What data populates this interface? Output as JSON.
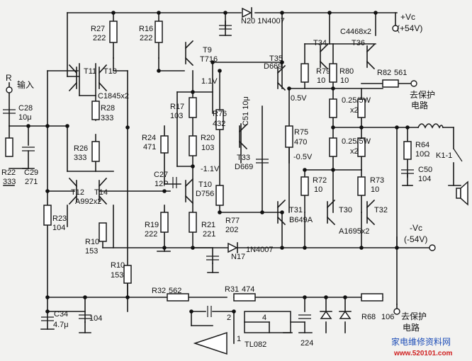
{
  "title": "",
  "input": {
    "label_r": "R",
    "label_cn": "输入"
  },
  "supply": {
    "pos_label": "+Vc",
    "pos_value": "(+54V)",
    "neg_label": "-Vc",
    "neg_value": "(-54V)"
  },
  "diodes": {
    "n20": "N20  1N4007",
    "n17": "N17",
    "n17_part": "1N4007"
  },
  "components": {
    "c28": "C28",
    "c28v": "10μ",
    "r22": "R22",
    "r22v": "333",
    "c29": "C29",
    "c29v": "271",
    "r27": "R27",
    "r27v": "222",
    "r16": "R16",
    "r16v": "222",
    "t9": "T9",
    "t9v": "T716",
    "t11": "T11",
    "t13": "T13",
    "c1845": "C1845x2",
    "r28": "R28",
    "r28v": "333",
    "r26": "R26",
    "r26v": "333",
    "t12": "T12",
    "t14": "T14",
    "a992": "A992x2",
    "r23": "R23",
    "r23v": "104",
    "r10a": "R10",
    "r10av": "153",
    "r10b": "R10",
    "r10bv": "153",
    "r17": "R17",
    "r17v": "103",
    "v11p": "1.1V",
    "r24": "R24",
    "r24v": "471",
    "r20": "R20",
    "r20v": "103",
    "c27": "C27",
    "c27v": "12P",
    "v11n": "-1.1V",
    "t10": "T10",
    "t10v": "D756",
    "r19": "R19",
    "r19v": "222",
    "r21": "R21",
    "r21v": "221",
    "r76": "R76",
    "r76v": "432",
    "t33": "T33",
    "t33v": "D669",
    "c51": "C51  10μ",
    "r77": "R77",
    "r77v": "202",
    "t35": "T35",
    "t35v": "D669",
    "v05p": "0.5V",
    "r75": "R75",
    "r75v": "470",
    "v05n": "-0.5V",
    "t31": "T31",
    "t31v": "B649A",
    "t34": "T34",
    "t36": "T36",
    "c4468": "C4468x2",
    "r79": "R79",
    "r79v": "10",
    "r80": "R80",
    "r80v": "10",
    "r82": "R82",
    "r82v": "561",
    "re1": "0.25/5W",
    "re1x": "x2",
    "re2": "0.25/5W",
    "re2x": "x2",
    "r72": "R72",
    "r72v": "10",
    "r73": "R73",
    "r73v": "10",
    "t30": "T30",
    "t32": "T32",
    "a1695": "A1695x2",
    "r64": "R64",
    "r64v": "10Ω",
    "c50": "C50",
    "c50v": "104",
    "k1": "K1-1",
    "r32": "R32",
    "r32v": "562",
    "r31": "R31",
    "r31v": "474",
    "c34": "C34",
    "c34v": "4.7μ",
    "c104": "104",
    "c224": "224",
    "r68": "R68",
    "r68v": "106",
    "tl082": "TL082",
    "pin2": "2",
    "pin4": "4",
    "pin1": "1"
  },
  "protect": {
    "line1": "去保护",
    "line2": "电路",
    "b_line1": "去保护",
    "b_line2": "电路"
  },
  "watermark": {
    "cn": "家电维修资料网",
    "url": "www.520101.com"
  }
}
